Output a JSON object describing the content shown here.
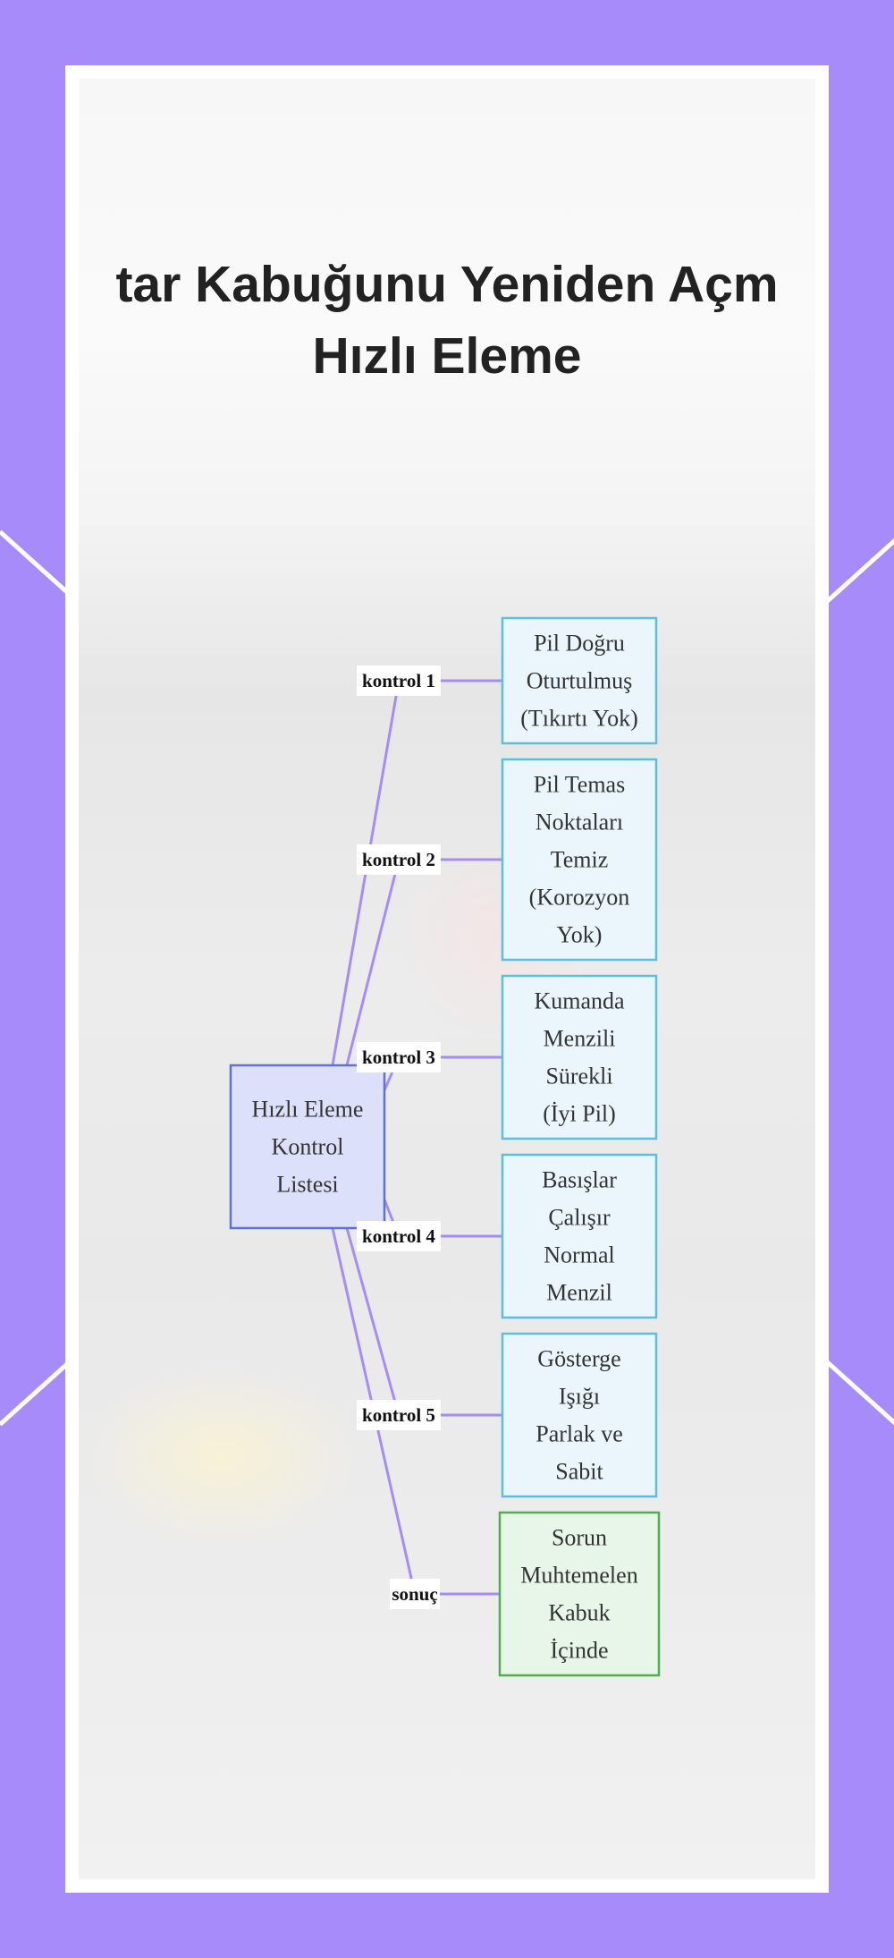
{
  "page": {
    "background_color": "#a78bfa",
    "frame_color": "#ffffff"
  },
  "title": {
    "line1": "tar Kabuğunu Yeniden Açm",
    "line2": "Hızlı Eleme"
  },
  "diagram": {
    "edge_color": "#a78bfa",
    "root": {
      "lines": [
        "Hızlı Eleme",
        "Kontrol",
        "Listesi"
      ],
      "fill": "#dde0fb",
      "stroke": "#5b73d6"
    },
    "check_style": {
      "fill": "#eaf6fc",
      "stroke": "#5bc0de"
    },
    "result_style": {
      "fill": "#e8f5e9",
      "stroke": "#4caf50"
    },
    "branches": [
      {
        "label": "kontrol 1",
        "lines": [
          "Pil Doğru",
          "Oturtulmuş",
          "(Tıkırtı Yok)"
        ],
        "kind": "check"
      },
      {
        "label": "kontrol 2",
        "lines": [
          "Pil Temas",
          "Noktaları",
          "Temiz",
          "(Korozyon",
          "Yok)"
        ],
        "kind": "check"
      },
      {
        "label": "kontrol 3",
        "lines": [
          "Kumanda",
          "Menzili",
          "Sürekli",
          "(İyi Pil)"
        ],
        "kind": "check"
      },
      {
        "label": "kontrol 4",
        "lines": [
          "Basışlar",
          "Çalışır",
          "Normal",
          "Menzil"
        ],
        "kind": "check"
      },
      {
        "label": "kontrol 5",
        "lines": [
          "Gösterge",
          "Işığı",
          "Parlak ve",
          "Sabit"
        ],
        "kind": "check"
      },
      {
        "label": "sonuç",
        "lines": [
          "Sorun",
          "Muhtemelen",
          "Kabuk",
          "İçinde"
        ],
        "kind": "result"
      }
    ]
  }
}
